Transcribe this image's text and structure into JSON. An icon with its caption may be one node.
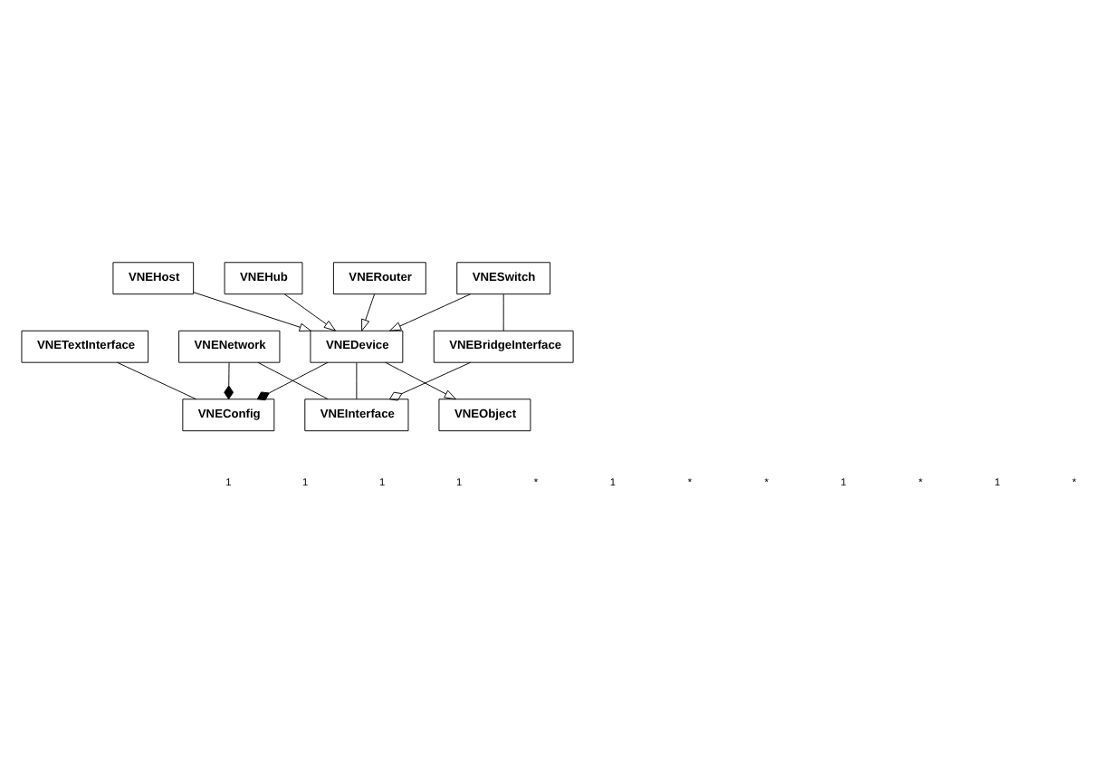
{
  "diagram": {
    "nodes": [
      {
        "text": [
          "VNETextInterface"
        ]
      },
      {
        "text": [
          "VNEConfig"
        ]
      },
      {
        "text": [
          "VNEHost"
        ]
      },
      {
        "text": [
          "VNEHub"
        ]
      },
      {
        "text": [
          "VNERouter"
        ]
      },
      {
        "text": [
          "VNEObject"
        ]
      },
      {
        "text": [
          "VNENetwork"
        ]
      },
      {
        "text": [
          "VNESwitch"
        ]
      },
      {
        "text": [
          "VNEDevice"
        ]
      },
      {
        "text": [
          "VNEInterface"
        ]
      },
      {
        "text": [
          "VNEBridgeInterface"
        ]
      }
    ],
    "edges": [
      {
        "from": 0,
        "to": 1,
        "arrow": "none"
      },
      {
        "from": 8,
        "to": 1,
        "arrow": "other"
      },
      {
        "from": 6,
        "to": 1,
        "arrow": "other"
      },
      {
        "from": 8,
        "to": 5,
        "arrow": "to"
      },
      {
        "from": 2,
        "to": 8,
        "arrow": "to"
      },
      {
        "from": 3,
        "to": 8,
        "arrow": "to"
      },
      {
        "from": 4,
        "to": 8,
        "arrow": "to"
      },
      {
        "from": 7,
        "to": 8,
        "arrow": "to"
      },
      {
        "from": 8,
        "to": 9,
        "arrow": "none"
      },
      {
        "from": 6,
        "to": 9,
        "arrow": "none"
      },
      {
        "from": 7,
        "to": 10,
        "arrow": "none"
      },
      {
        "from": 10,
        "to": 9,
        "arrow": "other"
      }
    ],
    "labels": [
      "1",
      "1",
      "1",
      "1",
      "*",
      "1",
      "*",
      "*",
      "1",
      "*",
      "1",
      "*"
    ]
  }
}
